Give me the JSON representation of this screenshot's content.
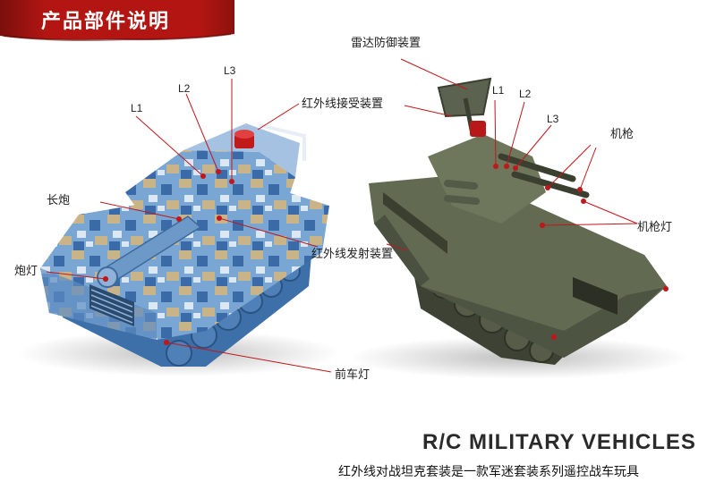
{
  "banner": {
    "title": "产品部件说明"
  },
  "labels": {
    "radar": "雷达防御装置",
    "infrared_receiver": "红外线接受装置",
    "infrared_emitter": "红外线发射装置",
    "long_cannon": "长炮",
    "cannon_light": "炮灯",
    "front_light": "前车灯",
    "machine_gun": "机枪",
    "machine_gun_light": "机枪灯",
    "left_L1": "L1",
    "left_L2": "L2",
    "left_L3": "L3",
    "right_L1": "L1",
    "right_L2": "L2",
    "right_L3": "L3"
  },
  "footer": {
    "headline": "R/C MILITARY VEHICLES",
    "subline": "红外线对战坦克套装是一款军迷套装系列遥控战车玩具"
  },
  "colors": {
    "banner_red": "#b31612",
    "callout_line": "#c0171b",
    "left_tank_camo": "#6f9ccc",
    "right_tank_olive": "#5f6650"
  }
}
